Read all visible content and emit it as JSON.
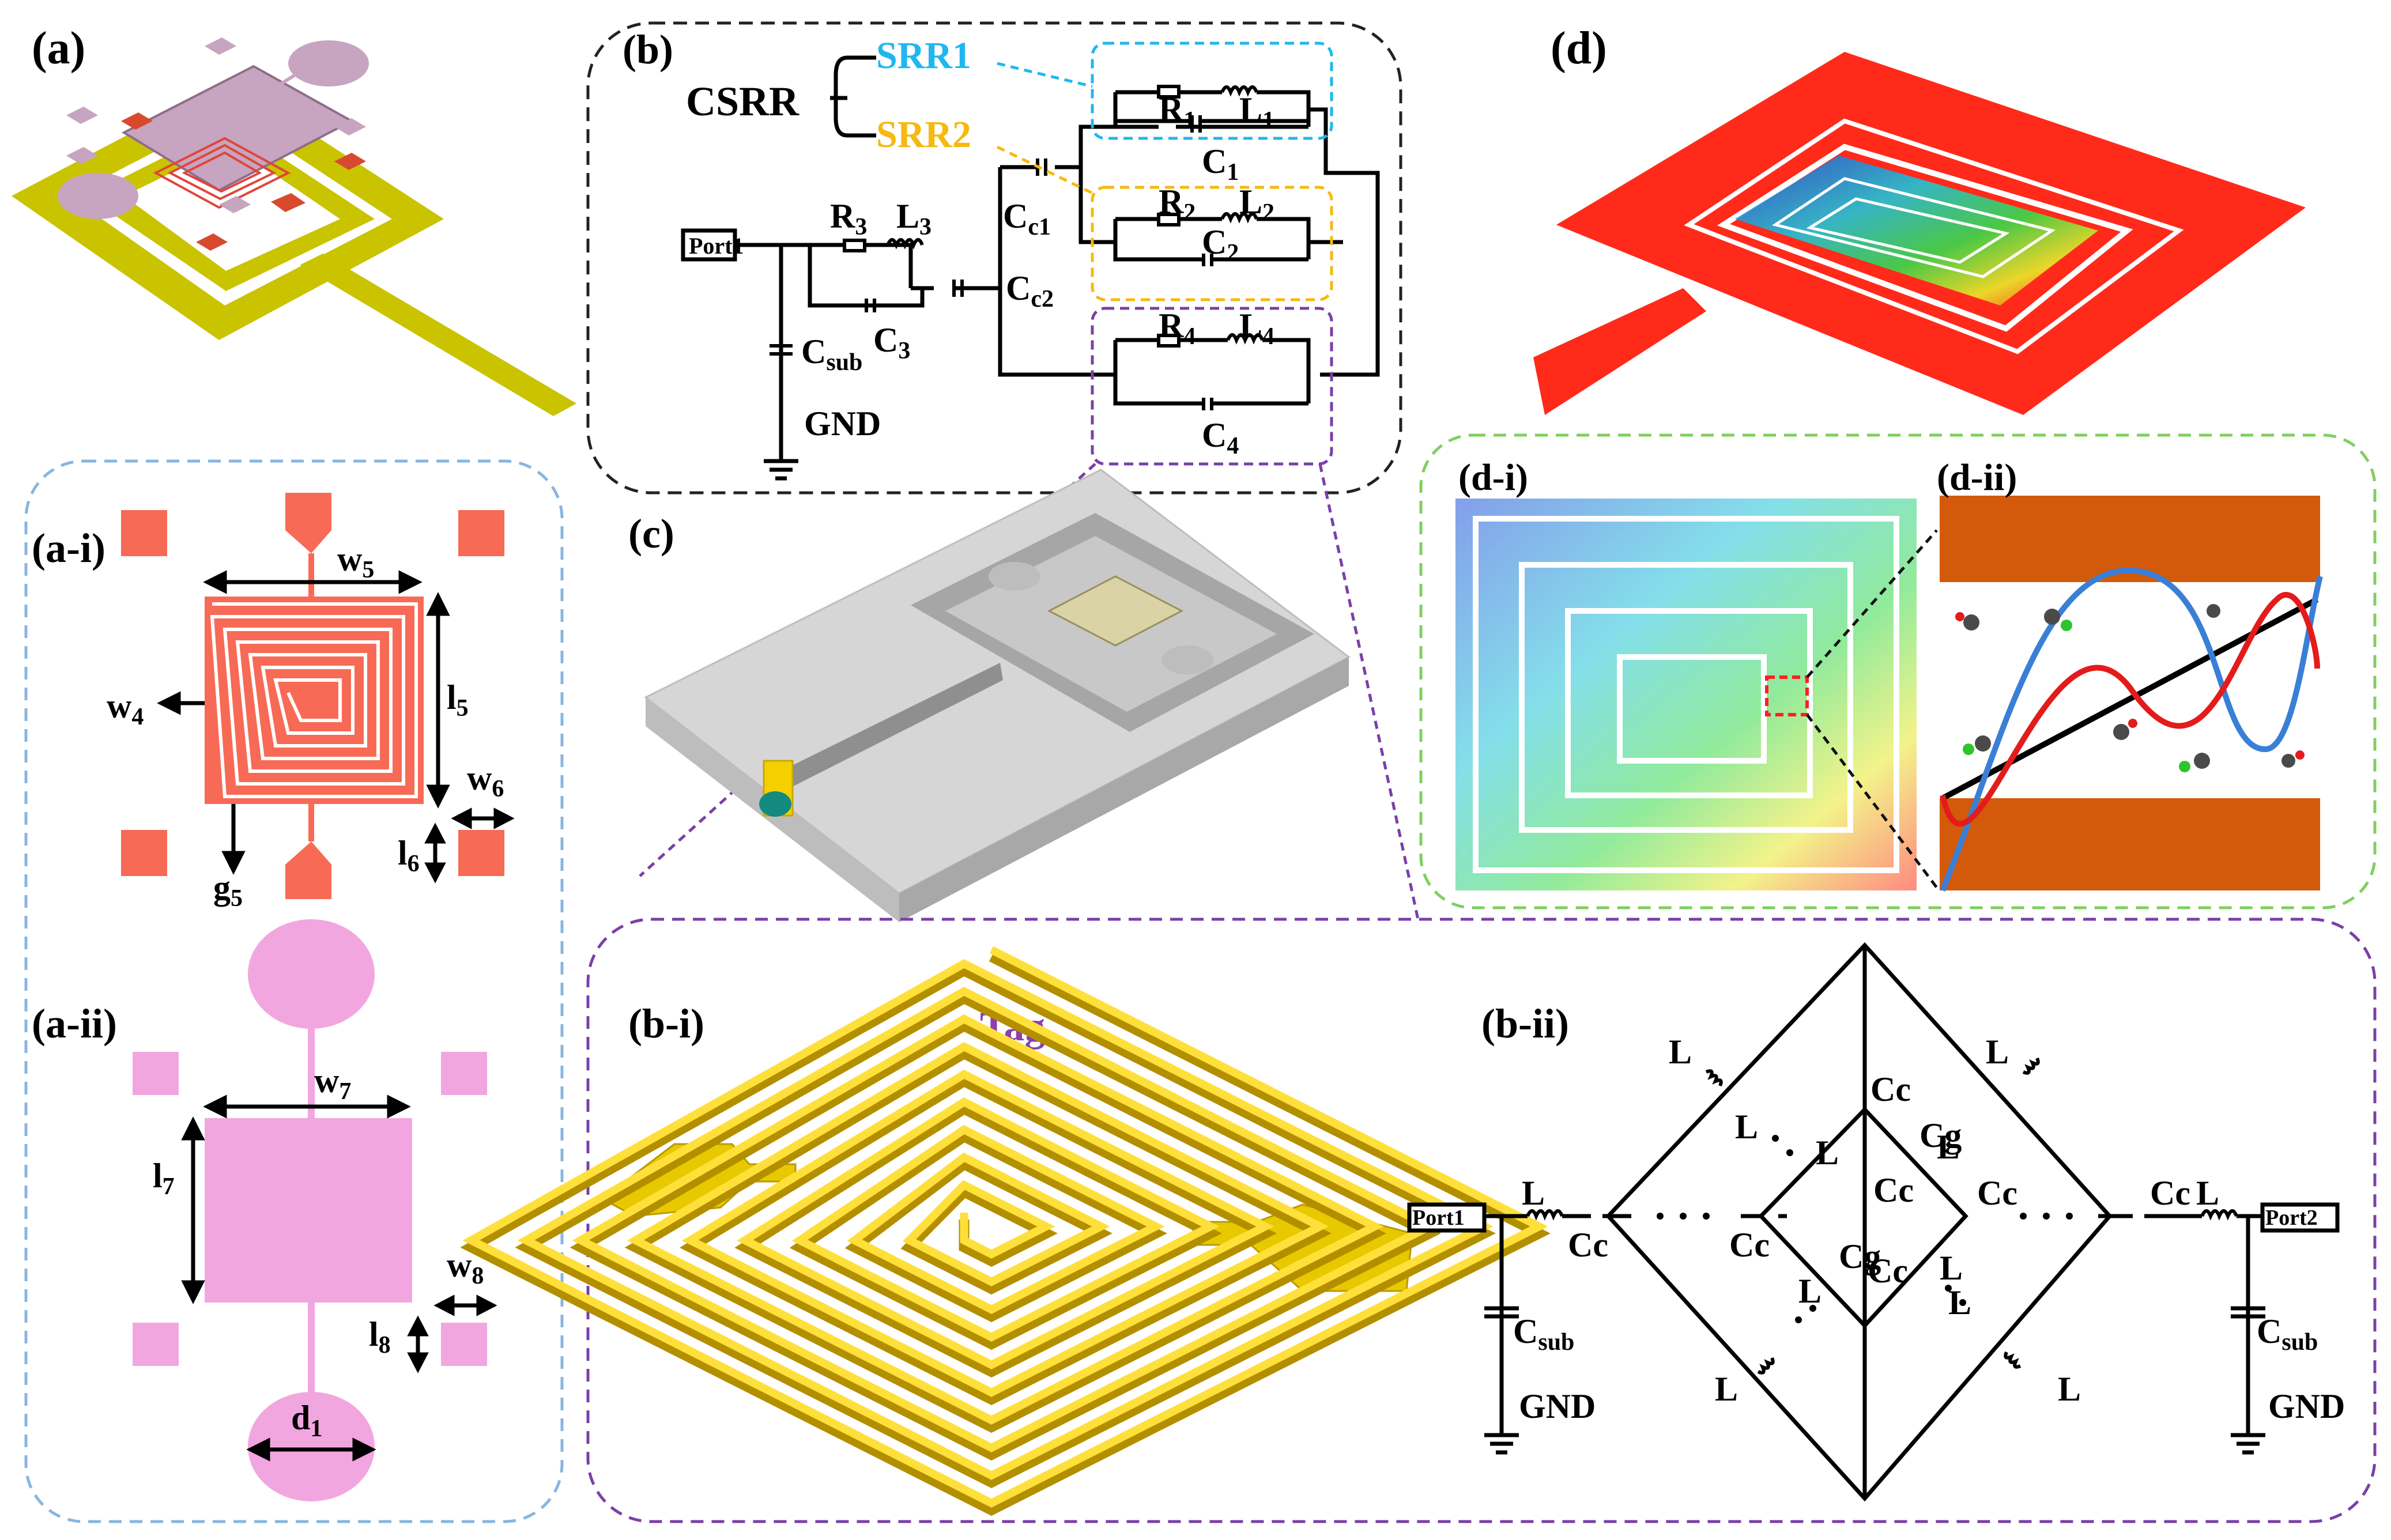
{
  "panels": {
    "a": "(a)",
    "a_i": "(a-i)",
    "a_ii": "(a-ii)",
    "b": "(b)",
    "b_i": "(b-i)",
    "b_ii": "(b-ii)",
    "c": "(c)",
    "d": "(d)",
    "d_i": "(d-i)",
    "d_ii": "(d-ii)"
  },
  "colors": {
    "coral": "#f76a55",
    "pink": "#f2a6e0",
    "olive": "#c9c300",
    "gold": "#f0d400",
    "red": "#ff2a1a",
    "orange": "#d35a0b",
    "srr1": "#20b7ef",
    "srr2": "#f5b90f",
    "tag_purple": "#8b3fb0",
    "dash_blue": "#87b6e0",
    "dash_purple": "#7a3fa8",
    "dash_green": "#7fcf5e"
  },
  "circuit_b": {
    "csrr": "CSRR",
    "srr1": "SRR1",
    "srr2": "SRR2",
    "port": "Port1",
    "gnd": "GND",
    "r1": "R",
    "r1s": "1",
    "l1": "L",
    "l1s": "1",
    "c1": "C",
    "c1s": "1",
    "r2": "R",
    "r2s": "2",
    "l2": "L",
    "l2s": "2",
    "c2": "C",
    "c2s": "2",
    "r3": "R",
    "r3s": "3",
    "l3": "L",
    "l3s": "3",
    "c3": "C",
    "c3s": "3",
    "r4": "R",
    "r4s": "4",
    "l4": "L",
    "l4s": "4",
    "c4": "C",
    "c4s": "4",
    "cc1": "C",
    "cc1s": "c1",
    "cc2": "C",
    "cc2s": "c2",
    "csub": "C",
    "csubs": "sub"
  },
  "dims_a_i": {
    "w5": "w",
    "w5s": "5",
    "w4": "w",
    "w4s": "4",
    "l5": "l",
    "l5s": "5",
    "w6": "w",
    "w6s": "6",
    "l6": "l",
    "l6s": "6",
    "g5": "g",
    "g5s": "5"
  },
  "dims_a_ii": {
    "w7": "w",
    "w7s": "7",
    "l7": "l",
    "l7s": "7",
    "w8": "w",
    "w8s": "8",
    "l8": "l",
    "l8s": "8",
    "d1": "d",
    "d1s": "1"
  },
  "tag_label": "Tag",
  "circuit_bii": {
    "port1": "Port1",
    "port2": "Port2",
    "gnd": "GND",
    "L": "L",
    "Cc": "Cc",
    "Cg": "Cg",
    "csub": "C",
    "csubs": "sub"
  }
}
